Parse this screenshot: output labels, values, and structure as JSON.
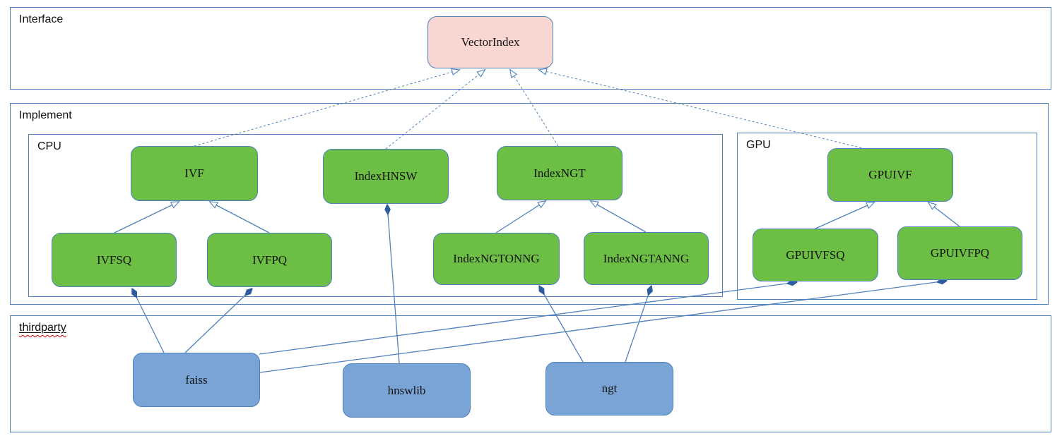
{
  "containers": {
    "interface": {
      "label": "Interface"
    },
    "implement": {
      "label": "Implement"
    },
    "cpu": {
      "label": "CPU"
    },
    "gpu": {
      "label": "GPU"
    },
    "thirdparty": {
      "label": "thirdparty"
    }
  },
  "nodes": {
    "vectorindex": {
      "label": "VectorIndex",
      "container": "interface",
      "type": "interface"
    },
    "ivf": {
      "label": "IVF",
      "container": "cpu",
      "type": "implementation"
    },
    "indexhnsw": {
      "label": "IndexHNSW",
      "container": "cpu",
      "type": "implementation"
    },
    "indexngt": {
      "label": "IndexNGT",
      "container": "cpu",
      "type": "implementation"
    },
    "ivfsq": {
      "label": "IVFSQ",
      "container": "cpu",
      "type": "implementation"
    },
    "ivfpq": {
      "label": "IVFPQ",
      "container": "cpu",
      "type": "implementation"
    },
    "indexngtonng": {
      "label": "IndexNGTONNG",
      "container": "cpu",
      "type": "implementation"
    },
    "indexngtanng": {
      "label": "IndexNGTANNG",
      "container": "cpu",
      "type": "implementation"
    },
    "gpuivf": {
      "label": "GPUIVF",
      "container": "gpu",
      "type": "implementation"
    },
    "gpuivfsq": {
      "label": "GPUIVFSQ",
      "container": "gpu",
      "type": "implementation"
    },
    "gpuivfpq": {
      "label": "GPUIVFPQ",
      "container": "gpu",
      "type": "implementation"
    },
    "faiss": {
      "label": "faiss",
      "container": "thirdparty",
      "type": "thirdparty"
    },
    "hnswlib": {
      "label": "hnswlib",
      "container": "thirdparty",
      "type": "thirdparty"
    },
    "ngt": {
      "label": "ngt",
      "container": "thirdparty",
      "type": "thirdparty"
    }
  },
  "edges": [
    {
      "from": "IVF",
      "to": "VectorIndex",
      "type": "realization",
      "style": "dashed, hollow triangle arrowhead"
    },
    {
      "from": "IndexHNSW",
      "to": "VectorIndex",
      "type": "realization",
      "style": "dashed, hollow triangle arrowhead"
    },
    {
      "from": "IndexNGT",
      "to": "VectorIndex",
      "type": "realization",
      "style": "dashed, hollow triangle arrowhead"
    },
    {
      "from": "GPUIVF",
      "to": "VectorIndex",
      "type": "realization",
      "style": "dashed, hollow triangle arrowhead"
    },
    {
      "from": "IVFSQ",
      "to": "IVF",
      "type": "inheritance",
      "style": "solid, hollow triangle arrowhead"
    },
    {
      "from": "IVFPQ",
      "to": "IVF",
      "type": "inheritance",
      "style": "solid, hollow triangle arrowhead"
    },
    {
      "from": "IndexNGTONNG",
      "to": "IndexNGT",
      "type": "inheritance",
      "style": "solid, hollow triangle arrowhead"
    },
    {
      "from": "IndexNGTANNG",
      "to": "IndexNGT",
      "type": "inheritance",
      "style": "solid, hollow triangle arrowhead"
    },
    {
      "from": "GPUIVFSQ",
      "to": "GPUIVF",
      "type": "inheritance",
      "style": "solid, hollow triangle arrowhead"
    },
    {
      "from": "GPUIVFPQ",
      "to": "GPUIVF",
      "type": "inheritance",
      "style": "solid, hollow triangle arrowhead"
    },
    {
      "from": "faiss",
      "to": "IVFSQ",
      "type": "composition",
      "style": "solid, filled diamond at component"
    },
    {
      "from": "faiss",
      "to": "IVFPQ",
      "type": "composition",
      "style": "solid, filled diamond at component"
    },
    {
      "from": "faiss",
      "to": "GPUIVFSQ",
      "type": "composition",
      "style": "solid, filled diamond at component"
    },
    {
      "from": "faiss",
      "to": "GPUIVFPQ",
      "type": "composition",
      "style": "solid, filled diamond at component"
    },
    {
      "from": "hnswlib",
      "to": "IndexHNSW",
      "type": "composition",
      "style": "solid, filled diamond at component"
    },
    {
      "from": "ngt",
      "to": "IndexNGTONNG",
      "type": "composition",
      "style": "solid, filled diamond at component"
    },
    {
      "from": "ngt",
      "to": "IndexNGTANNG",
      "type": "composition",
      "style": "solid, filled diamond at component"
    }
  ],
  "colors": {
    "interface_fill": "#f8d7d3",
    "implementation_fill": "#6cbe45",
    "thirdparty_fill": "#7aa4d6",
    "box_border": "#4f81bd",
    "container_border": "#4f81bd",
    "connector": "#4f81bd",
    "diamond_fill": "#2e5c9e",
    "spellcheck_underline": "#cc0000",
    "text_color": "#111111"
  }
}
